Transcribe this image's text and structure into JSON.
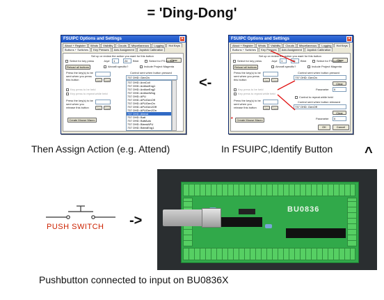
{
  "title": "= 'Ding-Dong'",
  "captions": {
    "assign_action": "Then Assign Action (e.g. Attend)",
    "identify_button": "In FSUIPC,Identify Button",
    "pushbutton": "Pushbutton connected to input on BU0836X"
  },
  "arrows": {
    "left": "<-",
    "up": "^",
    "right": "->"
  },
  "push_switch_label": "PUSH SWITCH",
  "board_label": "BU0836",
  "dialog": {
    "title": "FSUIPC Options and Settings",
    "tabs": [
      "About + Register",
      "Winds",
      "Visibility",
      "Clouds",
      "Miscellaneous",
      "Logging",
      "Hot Keys",
      "Buttons + Switches",
      "Key Presses",
      "Axis Assignment",
      "Joystick Calibration"
    ],
    "instruction": "Set up or review the action you want for this button",
    "clear_label": "Clear",
    "select_key_label": "Select for key press",
    "joy_label": "Joy#",
    "joy_value": "1",
    "btn_label": "Btn#",
    "btn_value": "24",
    "btn_value_right": "25",
    "select_fs_label": "Select for FS control",
    "reload_label": "Reload all buttons",
    "aircraft_label": "Aircraft specific?",
    "magenta_label": "Include Project Magenta",
    "press_key_text": "Press the key(s) to be sent when you press this button",
    "release_key_text": "Press the key(s) to be sent when you release this button",
    "set_label": "Set",
    "tidy_label": "Tidy",
    "key_repeat_label": "Key press to be held",
    "key_repeat2_label": "Key press to repeat while held",
    "control_pressed_label": "Control sent when button pressed",
    "control_released_label": "Control sent when button released",
    "control_repeat_label": "Control to repeat while held",
    "parameter_label": "Parameter",
    "parameter_value": "0",
    "mouse_macro_label": "Create Mouse Macro",
    "ok_label": "OK",
    "cancel_label": "Cancel",
    "left_selected": "737 OHD: GenOn",
    "right_pressed": "737 OHD: GenOn",
    "right_released": "737 OHD: GenOff",
    "list_items": [
      "737 OHD: AnnCoil",
      "737 OHD: AntiIceEng1",
      "737 OHD: AntiIceEng2",
      "737 OHD: AntiIceWing",
      "737 OHD: APU",
      "737 OHD: APUGenOff",
      "737 OHD: APUGenOn",
      "737 OHD: APUGen2Off",
      "737 OHD: APUGen2On",
      "737 OHD: Attend",
      "737 OHD: Batt",
      "737 OHD: BattAuto",
      "737 OHD: BleedAPU",
      "737 OHD: BleedEng1"
    ]
  },
  "colors": {
    "annotation_red": "#e01010",
    "push_switch_red": "#cc2200",
    "pcb_green": "#31a94a"
  }
}
